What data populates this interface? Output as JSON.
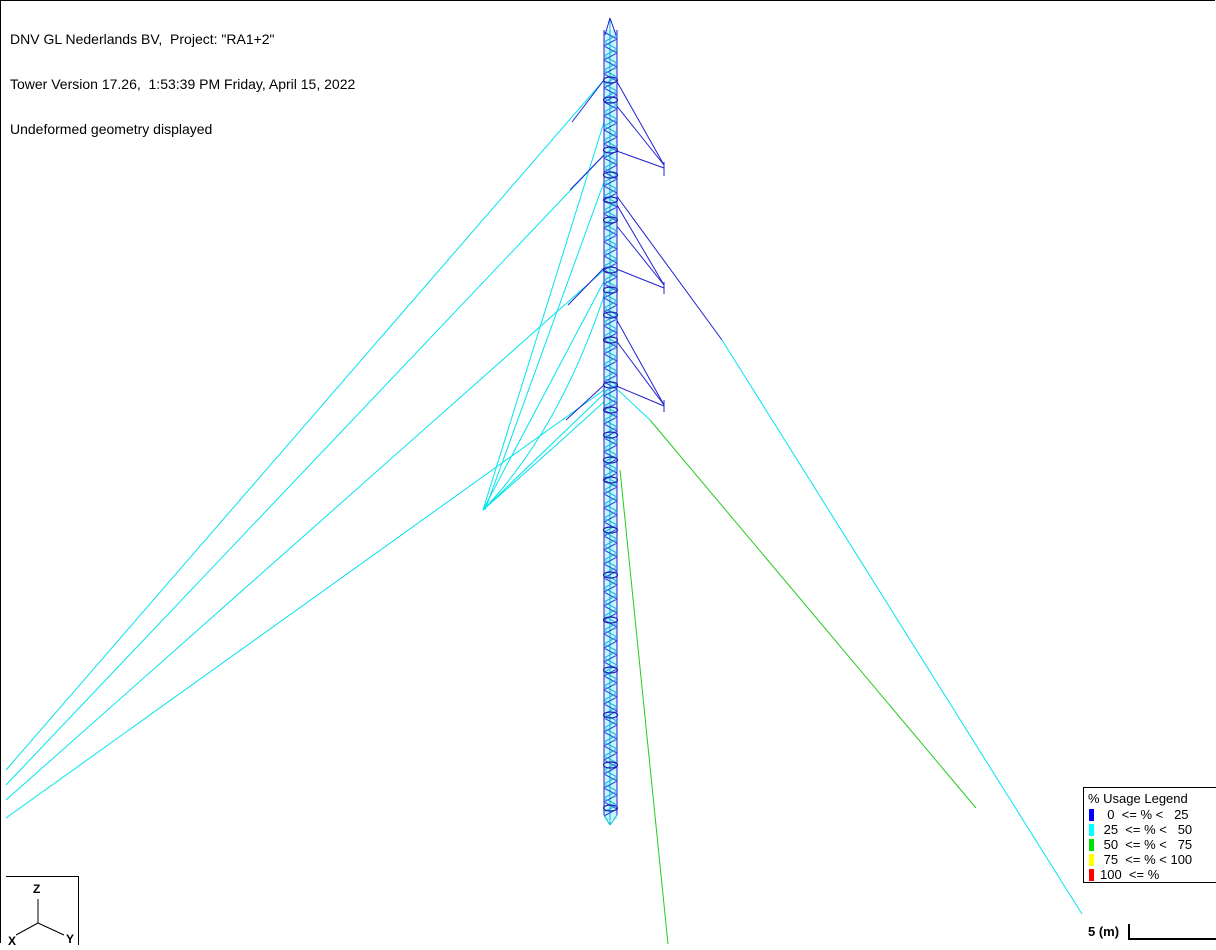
{
  "header": {
    "line1": "DNV GL Nederlands BV,  Project: \"RA1+2\"",
    "line2": "Tower Version 17.26,  1:53:39 PM Friday, April 15, 2022",
    "line3": "Undeformed geometry displayed"
  },
  "legend": {
    "title": "% Usage Legend",
    "items": [
      {
        "label": "  0  <= % <   25",
        "color": "#0000ff"
      },
      {
        "label": " 25  <= % <   50",
        "color": "#00ffff"
      },
      {
        "label": " 50  <= % <   75",
        "color": "#00e000"
      },
      {
        "label": " 75  <= % < 100",
        "color": "#ffff00"
      },
      {
        "label": "100  <= %",
        "color": "#ff0000"
      }
    ]
  },
  "axes": {
    "z": "Z",
    "x": "X",
    "y": "Y"
  },
  "scale": {
    "label": "5 (m)"
  },
  "colors": {
    "mast_blue": "#2020d0",
    "cyan": "#00e5ee",
    "green": "#22cc22"
  }
}
